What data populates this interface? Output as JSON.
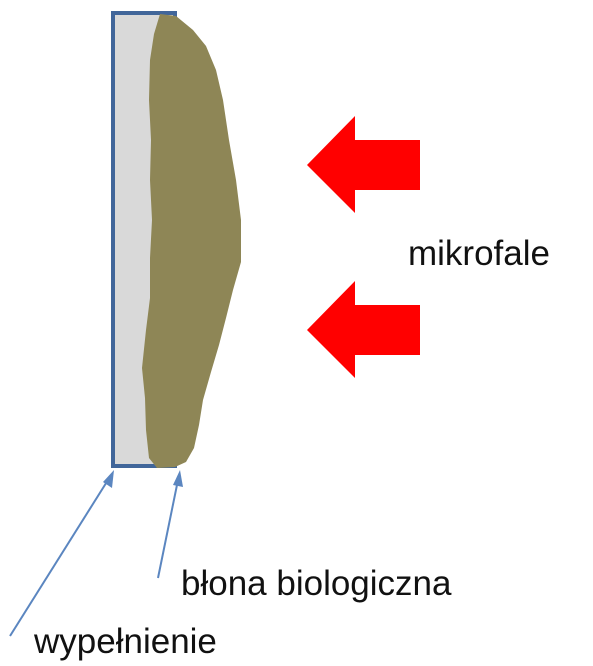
{
  "labels": {
    "microwaves": "mikrofale",
    "biofilm": "błona biologiczna",
    "filling": "wypełnienie"
  },
  "colors": {
    "filling_fill": "#d9d9d9",
    "filling_border": "#41669a",
    "biofilm": "#8e8656",
    "microwave_arrows": "#ff0000",
    "pointer_lines": "#5b86c0",
    "text": "#111111"
  }
}
